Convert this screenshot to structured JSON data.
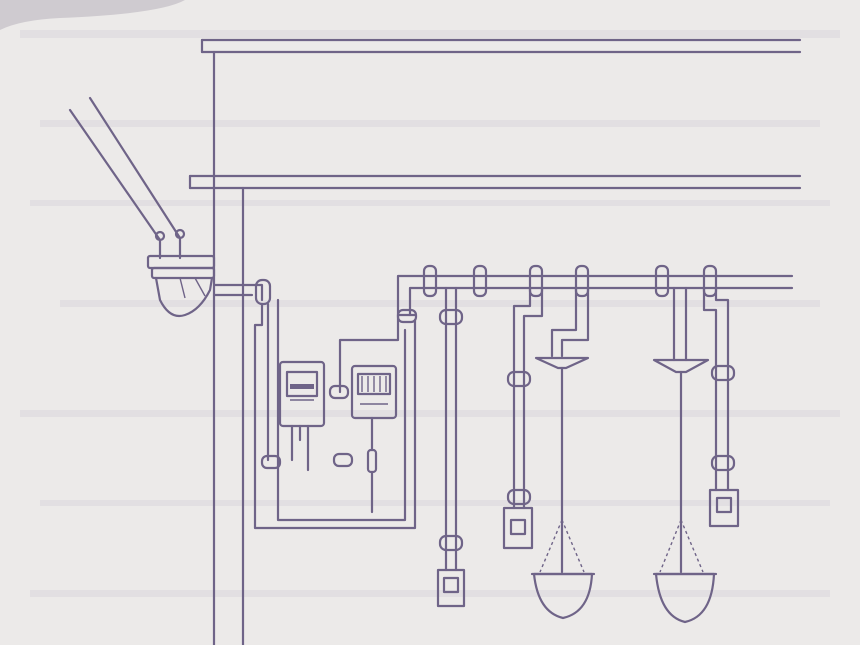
{
  "diagram": {
    "kind": "indoor-wiring-illustration",
    "text_labels": [],
    "colors": {
      "background": "#eceae9",
      "line": "#6f6488",
      "corner_shadow": "#cfcbd0"
    },
    "components": {
      "service_drop": {
        "icon": "overhead-service-wires-icon",
        "count": 2
      },
      "wall_insulator": {
        "icon": "porcelain-insulator-icon"
      },
      "meter": {
        "icon": "electric-meter-icon"
      },
      "distribution_board": {
        "icon": "fuse-board-icon"
      },
      "cable_clips": {
        "icon": "cable-clip-icon"
      },
      "wall_sockets": {
        "icon": "wall-socket-icon",
        "count": 3
      },
      "pendant_lamps": {
        "icon": "pendant-lamp-icon",
        "count": 2
      }
    }
  }
}
